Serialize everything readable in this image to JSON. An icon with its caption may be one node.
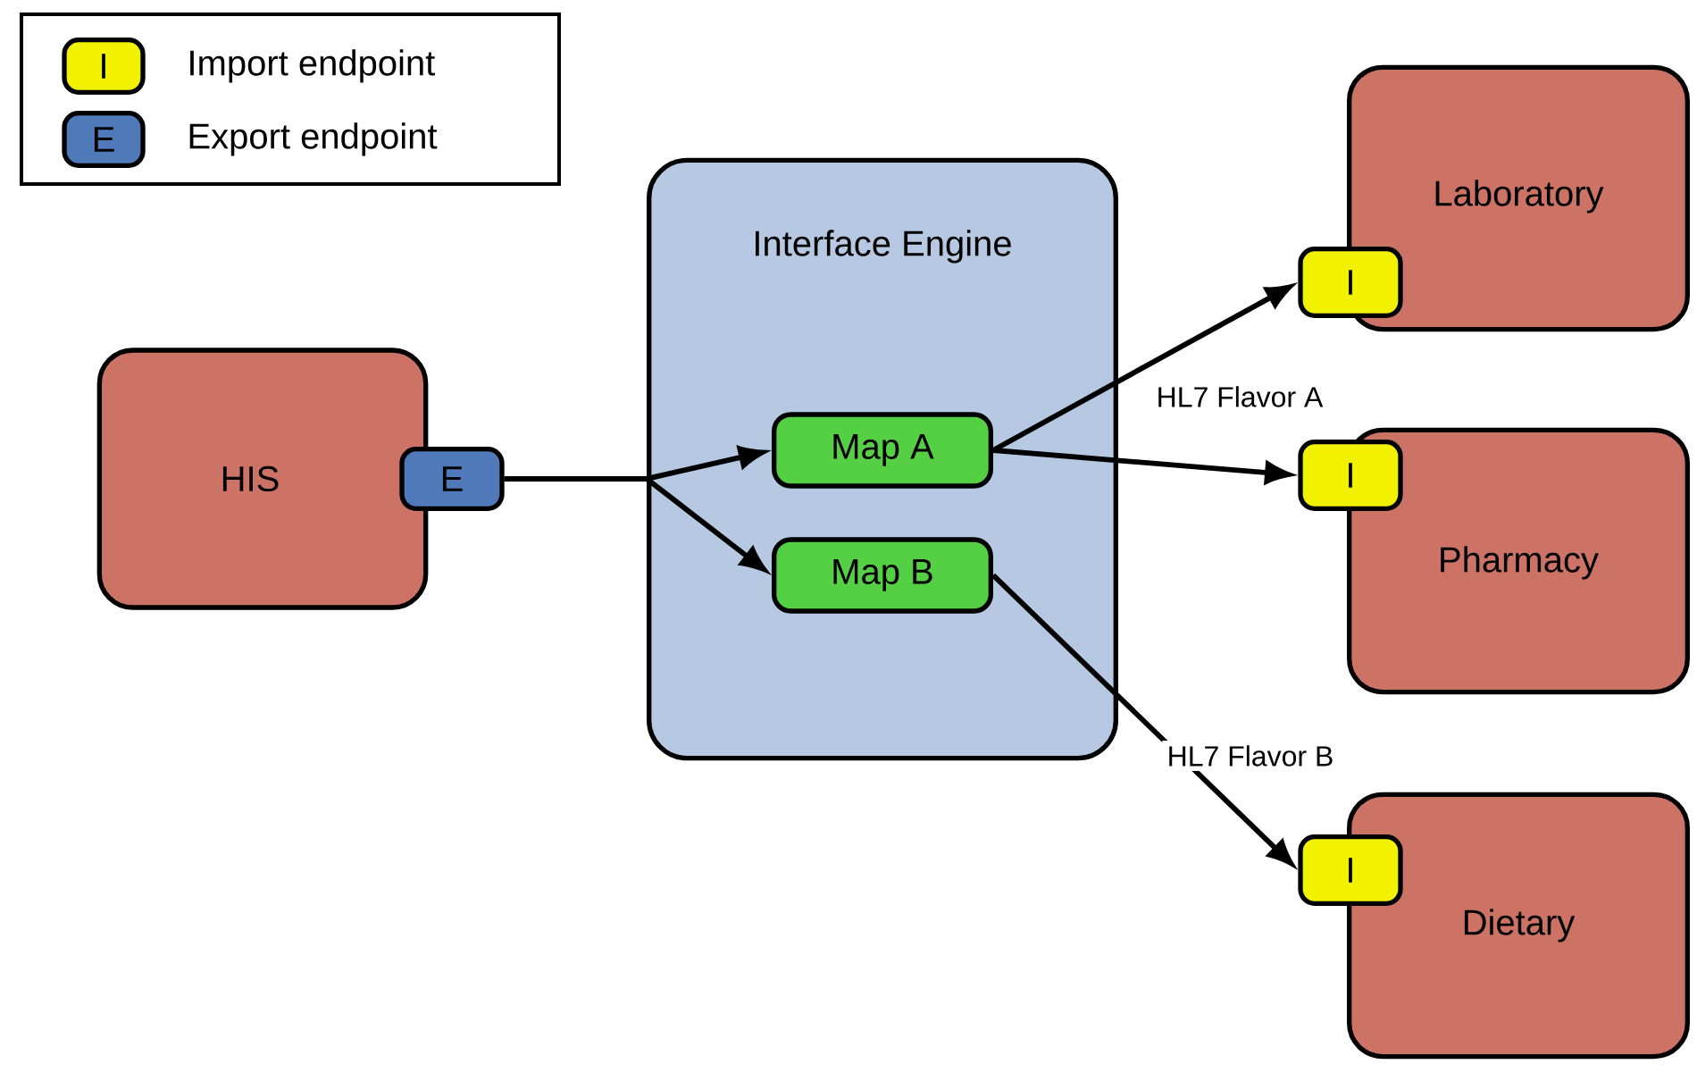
{
  "diagram": {
    "nodes": [
      {
        "text": [
          "HIS"
        ]
      },
      {
        "text": [
          "E"
        ]
      },
      {
        "text": [
          "Interface Engine"
        ]
      },
      {
        "text": [
          "Map A"
        ],
        "in": 2
      },
      {
        "text": [
          "Map B"
        ],
        "in": 2
      },
      {
        "text": [
          "Laboratory"
        ]
      },
      {
        "text": [
          "I"
        ]
      },
      {
        "text": [
          "Pharmacy"
        ]
      },
      {
        "text": [
          "I"
        ]
      },
      {
        "text": [
          "Dietary"
        ]
      },
      {
        "text": [
          "I"
        ]
      }
    ],
    "edges": [
      {
        "from": 1,
        "to": 3,
        "arrow": "to"
      },
      {
        "from": 1,
        "to": 4,
        "arrow": "to"
      },
      {
        "from": 3,
        "to": 6,
        "arrow": "to",
        "label": "HL7 Flavor A"
      },
      {
        "from": 3,
        "to": 8,
        "arrow": "to"
      },
      {
        "from": 4,
        "to": 10,
        "arrow": "to",
        "label": "HL7 Flavor B"
      }
    ],
    "labels": [
      "I",
      "E"
    ],
    "legend": [
      {
        "text": "Import endpoint",
        "color": "#f2f200"
      },
      {
        "text": "Export endpoint",
        "color": "#4f79b8"
      }
    ]
  }
}
